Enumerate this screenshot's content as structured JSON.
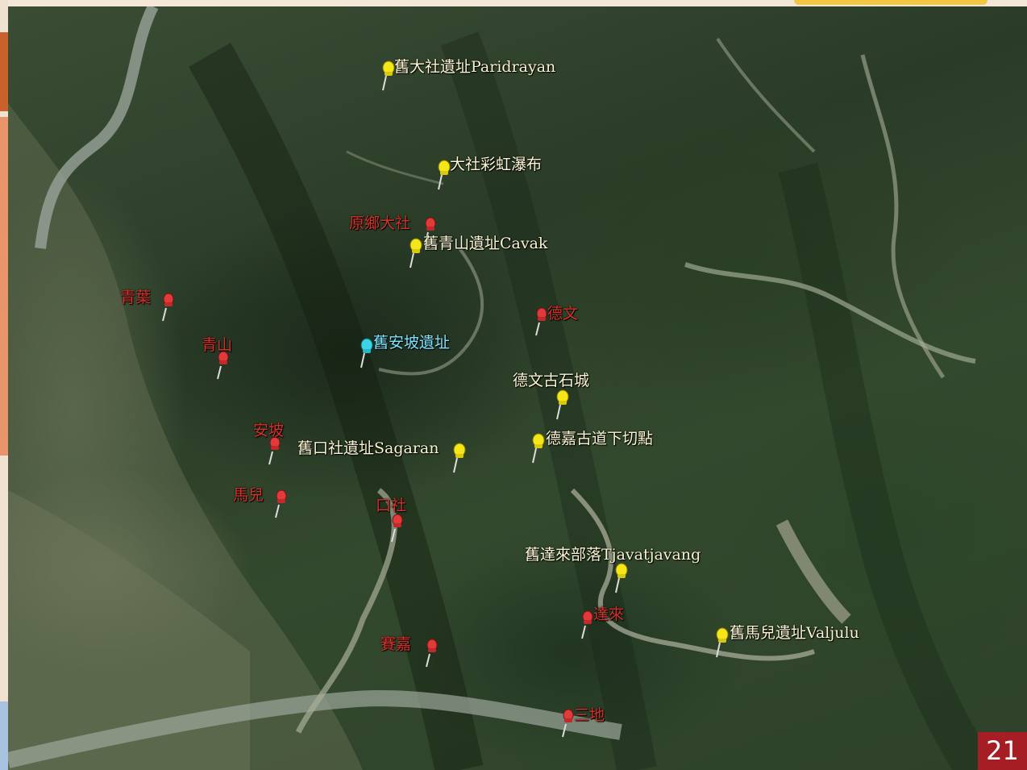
{
  "page_number": "21",
  "colors": {
    "yellow_pin": "#f5e61a",
    "red_pin": "#e03a3a",
    "cyan_pin": "#3ad6e6",
    "accent": "#f2c744",
    "page_badge": "#a51e24"
  },
  "markers": [
    {
      "label": "舊大社遺址Paridrayan",
      "color": "yellow"
    },
    {
      "label": "大社彩虹瀑布",
      "color": "yellow"
    },
    {
      "label": "原鄉大社",
      "color": "red"
    },
    {
      "label": "舊青山遺址Cavak",
      "color": "yellow"
    },
    {
      "label": "青葉",
      "color": "red"
    },
    {
      "label": "德文",
      "color": "red"
    },
    {
      "label": "青山",
      "color": "red"
    },
    {
      "label": "舊安坡遺址",
      "color": "cyan"
    },
    {
      "label": "德文古石城",
      "color": "yellow"
    },
    {
      "label": "安坡",
      "color": "red"
    },
    {
      "label": "舊口社遺址Sagaran",
      "color": "yellow"
    },
    {
      "label": "德嘉古道下切點",
      "color": "yellow"
    },
    {
      "label": "馬兒",
      "color": "red"
    },
    {
      "label": "口社",
      "color": "red"
    },
    {
      "label": "舊達來部落Tjavatjavang",
      "color": "yellow"
    },
    {
      "label": "達來",
      "color": "red"
    },
    {
      "label": "舊馬兒遺址Valjulu",
      "color": "yellow"
    },
    {
      "label": "賽嘉",
      "color": "red"
    },
    {
      "label": "三地",
      "color": "red"
    }
  ]
}
